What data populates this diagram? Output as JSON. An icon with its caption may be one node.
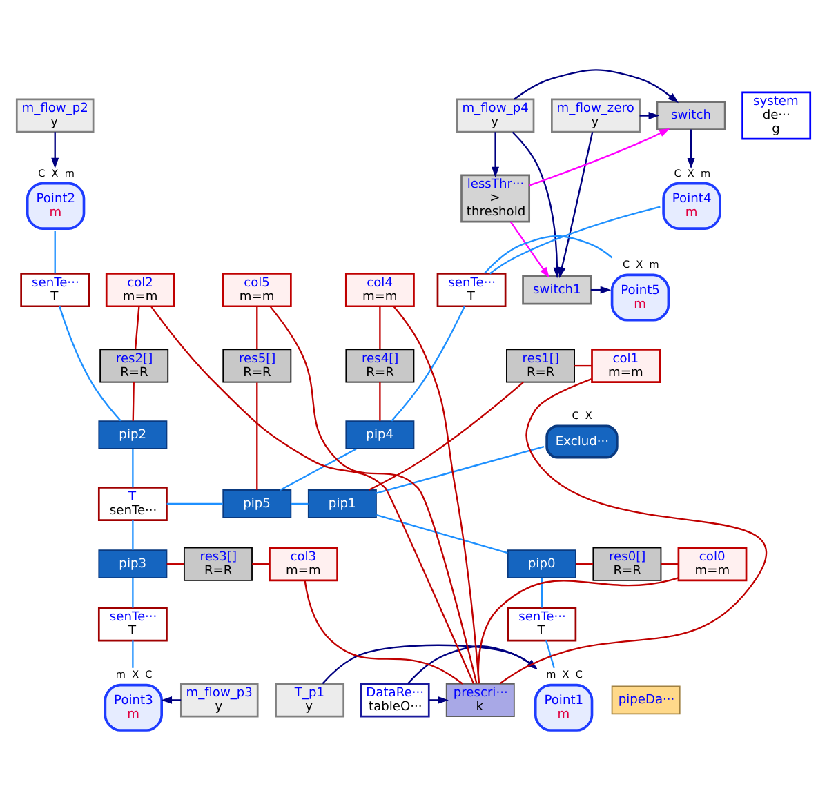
{
  "diagram": {
    "nodes": [
      {
        "text": [
          "m_flow_p2",
          "y"
        ]
      },
      {
        "text": [
          "system",
          "de···",
          "g"
        ]
      },
      {
        "text": [
          "Point2",
          "m"
        ],
        "beside": [
          "C",
          "X",
          "m"
        ]
      },
      {
        "text": [
          "switch"
        ]
      },
      {
        "text": [
          "m_flow_p4",
          "y"
        ]
      },
      {
        "text": [
          "m_flow_zero",
          "y"
        ]
      },
      {
        "text": [
          "Point4",
          "m"
        ],
        "beside": [
          "C",
          "X",
          "m"
        ]
      },
      {
        "text": [
          "lessThr···",
          ">",
          "threshold"
        ]
      },
      {
        "text": [
          "col2",
          "m=m"
        ]
      },
      {
        "text": [
          "col5",
          "m=m"
        ]
      },
      {
        "text": [
          "col4",
          "m=m"
        ]
      },
      {
        "text": [
          "senTe···",
          "T"
        ]
      },
      {
        "text": [
          "senTe···",
          "T"
        ]
      },
      {
        "text": [
          "Point5",
          "m"
        ],
        "beside": [
          "C",
          "X",
          "m"
        ]
      },
      {
        "text": [
          "switch1"
        ]
      },
      {
        "text": [
          "res2[]",
          "R=R"
        ]
      },
      {
        "text": [
          "res5[]",
          "R=R"
        ]
      },
      {
        "text": [
          "res4[]",
          "R=R"
        ]
      },
      {
        "text": [
          "res1[]",
          "R=R"
        ]
      },
      {
        "text": [
          "col1",
          "m=m"
        ]
      },
      {
        "text": [
          "pip2"
        ]
      },
      {
        "text": [
          "pip4"
        ]
      },
      {
        "text": [
          "Exclud···"
        ],
        "beside": [
          "C",
          "X"
        ]
      },
      {
        "text": [
          "T",
          "senTe···"
        ]
      },
      {
        "text": [
          "pip5"
        ]
      },
      {
        "text": [
          "pip1"
        ]
      },
      {
        "text": [
          "pip0"
        ]
      },
      {
        "text": [
          "res0[]",
          "R=R"
        ]
      },
      {
        "text": [
          "col0",
          "m=m"
        ]
      },
      {
        "text": [
          "pip3"
        ]
      },
      {
        "text": [
          "res3[]",
          "R=R"
        ]
      },
      {
        "text": [
          "col3",
          "m=m"
        ]
      },
      {
        "text": [
          "senTe···",
          "T"
        ]
      },
      {
        "text": [
          "senTe···",
          "T"
        ]
      },
      {
        "text": [
          "Point1",
          "m"
        ],
        "beside": [
          "m",
          "X",
          "C"
        ]
      },
      {
        "text": [
          "Point3",
          "m"
        ],
        "beside": [
          "m",
          "X",
          "C"
        ]
      },
      {
        "text": [
          "m_flow_p3",
          "y"
        ]
      },
      {
        "text": [
          "T_p1",
          "y"
        ]
      },
      {
        "text": [
          "pipeDa···"
        ]
      },
      {
        "text": [
          "DataRe···",
          "tableO···"
        ]
      },
      {
        "text": [
          "prescri···",
          "k"
        ]
      }
    ],
    "edges": [
      {
        "from": 0,
        "to": 2,
        "arrow": "to",
        "color": "#000080"
      },
      {
        "from": 3,
        "to": 6,
        "arrow": "to",
        "color": "#000080"
      },
      {
        "from": 4,
        "to": 3,
        "arrow": "to",
        "color": "#000080"
      },
      {
        "from": 4,
        "to": 7,
        "arrow": "to",
        "color": "#000080"
      },
      {
        "from": 4,
        "to": 14,
        "arrow": "to",
        "color": "#000080"
      },
      {
        "from": 5,
        "to": 3,
        "arrow": "to",
        "color": "#000080"
      },
      {
        "from": 5,
        "to": 14,
        "arrow": "to",
        "color": "#000080"
      },
      {
        "from": 7,
        "to": 3,
        "arrow": "to",
        "color": "#ff00ff"
      },
      {
        "from": 7,
        "to": 14,
        "arrow": "to",
        "color": "#ff00ff"
      },
      {
        "from": 14,
        "to": 13,
        "arrow": "to",
        "color": "#000080"
      },
      {
        "from": 40,
        "to": 8,
        "arrow": "none",
        "color": "#c00000"
      },
      {
        "from": 40,
        "to": 9,
        "arrow": "none",
        "color": "#c00000"
      },
      {
        "from": 40,
        "to": 10,
        "arrow": "none",
        "color": "#c00000"
      },
      {
        "from": 40,
        "to": 19,
        "arrow": "none",
        "color": "#c00000"
      },
      {
        "from": 40,
        "to": 28,
        "arrow": "none",
        "color": "#c00000"
      },
      {
        "from": 40,
        "to": 31,
        "arrow": "none",
        "color": "#c00000"
      },
      {
        "from": 8,
        "to": 15,
        "arrow": "none",
        "color": "#c00000"
      },
      {
        "from": 9,
        "to": 16,
        "arrow": "none",
        "color": "#c00000"
      },
      {
        "from": 10,
        "to": 17,
        "arrow": "none",
        "color": "#c00000"
      },
      {
        "from": 15,
        "to": 20,
        "arrow": "none",
        "color": "#c00000"
      },
      {
        "from": 16,
        "to": 24,
        "arrow": "none",
        "color": "#c00000"
      },
      {
        "from": 17,
        "to": 21,
        "arrow": "none",
        "color": "#c00000"
      },
      {
        "from": 25,
        "to": 18,
        "arrow": "none",
        "color": "#c00000"
      },
      {
        "from": 18,
        "to": 19,
        "arrow": "none",
        "color": "#c00000"
      },
      {
        "from": 26,
        "to": 27,
        "arrow": "none",
        "color": "#c00000"
      },
      {
        "from": 27,
        "to": 28,
        "arrow": "none",
        "color": "#c00000"
      },
      {
        "from": 29,
        "to": 30,
        "arrow": "none",
        "color": "#c00000"
      },
      {
        "from": 30,
        "to": 31,
        "arrow": "none",
        "color": "#c00000"
      },
      {
        "from": 2,
        "to": 11,
        "arrow": "none",
        "color": "#1e90ff"
      },
      {
        "from": 11,
        "to": 20,
        "arrow": "none",
        "color": "#1e90ff"
      },
      {
        "from": 20,
        "to": 23,
        "arrow": "none",
        "color": "#1e90ff"
      },
      {
        "from": 23,
        "to": 24,
        "arrow": "none",
        "color": "#1e90ff"
      },
      {
        "from": 23,
        "to": 29,
        "arrow": "none",
        "color": "#1e90ff"
      },
      {
        "from": 24,
        "to": 21,
        "arrow": "none",
        "color": "#1e90ff"
      },
      {
        "from": 24,
        "to": 25,
        "arrow": "none",
        "color": "#1e90ff"
      },
      {
        "from": 21,
        "to": 12,
        "arrow": "none",
        "color": "#1e90ff"
      },
      {
        "from": 12,
        "to": 6,
        "arrow": "none",
        "color": "#1e90ff"
      },
      {
        "from": 12,
        "to": 13,
        "arrow": "none",
        "color": "#1e90ff"
      },
      {
        "from": 25,
        "to": 22,
        "arrow": "none",
        "color": "#1e90ff"
      },
      {
        "from": 25,
        "to": 26,
        "arrow": "none",
        "color": "#1e90ff"
      },
      {
        "from": 26,
        "to": 32,
        "arrow": "none",
        "color": "#1e90ff"
      },
      {
        "from": 32,
        "to": 34,
        "arrow": "none",
        "color": "#1e90ff"
      },
      {
        "from": 29,
        "to": 33,
        "arrow": "none",
        "color": "#1e90ff"
      },
      {
        "from": 33,
        "to": 35,
        "arrow": "none",
        "color": "#1e90ff"
      },
      {
        "from": 36,
        "to": 35,
        "arrow": "to",
        "color": "#000080"
      },
      {
        "from": 37,
        "to": 34,
        "arrow": "to",
        "color": "#000080"
      },
      {
        "from": 39,
        "to": 34,
        "arrow": "to",
        "color": "#000080"
      },
      {
        "from": 39,
        "to": 40,
        "arrow": "to",
        "color": "#000080"
      }
    ]
  }
}
